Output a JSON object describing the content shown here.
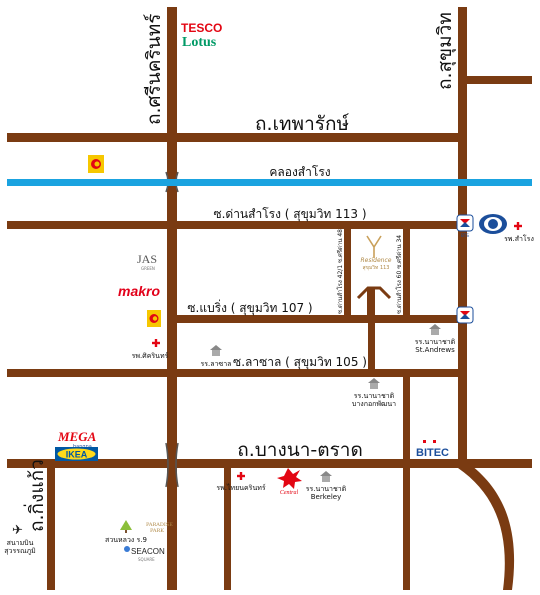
{
  "roads": {
    "srinakarin": "ถ.ศรีนครินทร์",
    "sukhumvit": "ถ.สุขุมวิท",
    "theparak": "ถ.เทพารักษ์",
    "canal": "คลองสำโรง",
    "soi_samrong": "ซ.ด่านสำโรง ( สุขุมวิท 113 )",
    "soi_baeng": "ซ.แบริ่ง ( สุขุมวิท 107 )",
    "soi_lasalle": "ซ.ลาซาล ( สุขุมวิท 105 )",
    "bangna_trad": "ถ.บางนา-ตราด",
    "kingkaew": "ถ.กิ่งแก้ว",
    "soi_48": "ซ.ด่านสำโรง 42/1 ซ.ศรีด่าน 48",
    "soi_34": "ซ.ด่านสำโรง 60 ซ.ศรีด่าน 34"
  },
  "landmarks": {
    "tesco": "TESCO",
    "lotus": "Lotus",
    "jas": "JAS",
    "jas_sub": "GREEN",
    "makro": "makro",
    "mega": "MEGA",
    "mega_sub": "bangna",
    "ikea": "IKEA",
    "bitec": "BITEC",
    "residence_name": "Residence",
    "residence_sub": "สุขุมวิท 113",
    "hosp_srinakarin": "รพ.ศิครินทร์",
    "hosp_samrong": "รพ.สำโรง",
    "hosp_thaiwarin": "รพ.ไทยนครินทร์",
    "school_lasalle": "รร.ลาซาล",
    "school_standrews_th": "รร.นานาชาติ",
    "school_standrews_en": "St.Andrews",
    "school_bangkokpattana_1": "รร.นานาชาติ",
    "school_bangkokpattana_2": "บางกอกพัฒนา",
    "school_berkeley_th": "รร.นานาชาติ",
    "school_berkeley_en": "Berkeley",
    "park_suanluang": "สวนหลวง ร.9",
    "paradise_1": "PARADISE",
    "paradise_2": "PARK",
    "seacon": "SEACON",
    "seacon_sub": "SQUARE",
    "airport_1": "สนามบิน",
    "airport_2": "สุวรรณภูมิ",
    "central": "Central",
    "bts_label": "BTS"
  },
  "colors": {
    "road": "#7a3b12",
    "canal": "#1aa3e0",
    "tesco_red": "#e30613",
    "lotus_green": "#009a66",
    "makro_red": "#e2001a",
    "bigc_yellow": "#f6c700",
    "ikea_blue": "#0058a3",
    "ikea_yellow": "#ffda1a",
    "bitec_blue": "#1b4e9b"
  }
}
